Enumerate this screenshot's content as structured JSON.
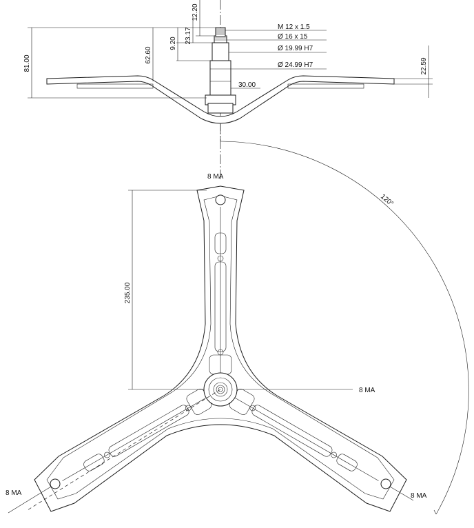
{
  "side_view": {
    "dim_thread": "M 12 x 1.5",
    "dim_d16": "Ø 16 x 15",
    "dim_d1999": "Ø 19.99 H7",
    "dim_d2499": "Ø 24.99 H7",
    "dim_1220": "12.20",
    "dim_2317": "23.17",
    "dim_920": "9.20",
    "dim_6260": "62.60",
    "dim_8100": "81.00",
    "dim_2259": "22.59",
    "dim_3000": "30.00"
  },
  "top_view": {
    "hole_label_top": "8 MA",
    "hole_label_center": "8 MA",
    "hole_label_left": "8 MA",
    "hole_label_right": "8 MA",
    "dim_arm_length": "235.00",
    "dim_angle": "120°"
  }
}
